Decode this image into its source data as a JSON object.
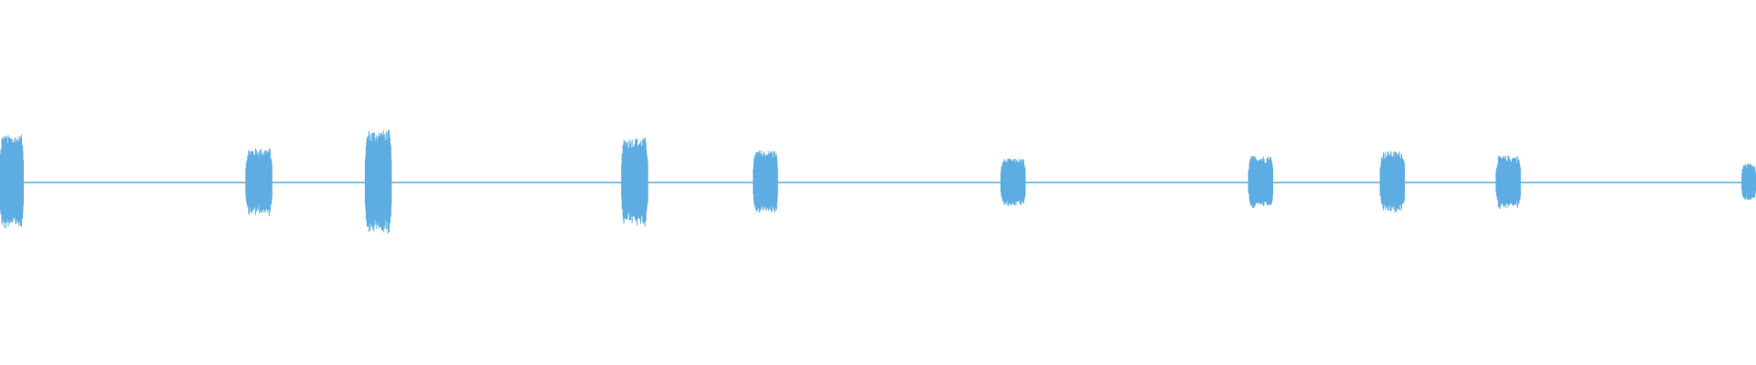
{
  "chart_data": {
    "type": "waveform",
    "title": "",
    "xlabel": "",
    "ylabel": "",
    "color": "#5dade2",
    "background": "#ffffff",
    "baseline_amplitude": 0,
    "bursts": [
      {
        "start": 0.0,
        "end": 0.0135,
        "amplitude": 0.5
      },
      {
        "start": 0.14,
        "end": 0.155,
        "amplitude": 0.36
      },
      {
        "start": 0.208,
        "end": 0.223,
        "amplitude": 0.55
      },
      {
        "start": 0.354,
        "end": 0.369,
        "amplitude": 0.47
      },
      {
        "start": 0.429,
        "end": 0.443,
        "amplitude": 0.34
      },
      {
        "start": 0.57,
        "end": 0.584,
        "amplitude": 0.25
      },
      {
        "start": 0.711,
        "end": 0.725,
        "amplitude": 0.28
      },
      {
        "start": 0.786,
        "end": 0.8,
        "amplitude": 0.33
      },
      {
        "start": 0.852,
        "end": 0.866,
        "amplitude": 0.28
      },
      {
        "start": 0.992,
        "end": 1.0,
        "amplitude": 0.2
      }
    ],
    "grid": false,
    "legend": "none"
  }
}
